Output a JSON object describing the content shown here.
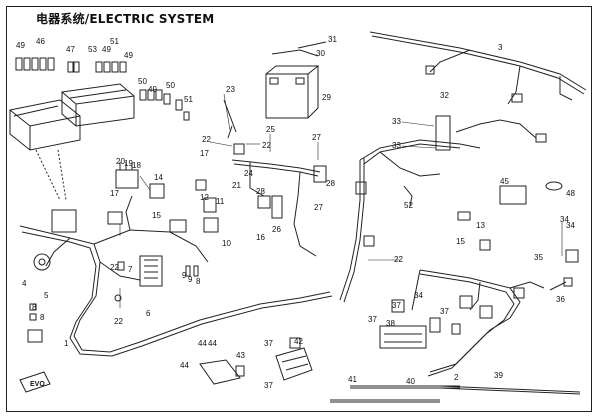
{
  "page": {
    "title": "电器系统/ELECTRIC SYSTEM"
  },
  "callouts": {
    "c49a": "49",
    "c46": "46",
    "c47": "47",
    "c53": "53",
    "c51a": "51",
    "c49b": "49",
    "c49c": "49",
    "c49d": "49",
    "c50a": "50",
    "c50b": "50",
    "c51b": "51",
    "c31": "31",
    "c30": "30",
    "c29": "29",
    "c3": "3",
    "c32": "32",
    "c23": "23",
    "c22a": "22",
    "c22b": "22",
    "c25": "25",
    "c27a": "27",
    "c17a": "17",
    "c24": "24",
    "c21": "21",
    "c28a": "28",
    "c28b": "28",
    "c27b": "27",
    "c26": "26",
    "c33a": "33",
    "c33b": "33",
    "c52": "52",
    "c45": "45",
    "c48": "48",
    "c20": "20",
    "c19": "19",
    "c18": "18",
    "c14": "14",
    "c17b": "17",
    "c15": "15",
    "c12": "12",
    "c11": "11",
    "c16": "16",
    "c10": "10",
    "c13": "13",
    "c15b": "15",
    "c34a": "34",
    "c34b": "34",
    "c35": "35",
    "c36": "36",
    "c22c": "22",
    "c22d": "22",
    "c22e": "22",
    "c7": "7",
    "c9": "9",
    "c9b": "9",
    "c8": "8",
    "c6": "6",
    "c4": "4",
    "c5": "5",
    "c8b": "8",
    "c8c": "8",
    "c1": "1",
    "c37a": "37",
    "c38": "38",
    "c37b": "37",
    "c34c": "34",
    "c37c": "37",
    "c2": "2",
    "c39": "39",
    "c40": "40",
    "c41": "41",
    "c44a": "44",
    "c44b": "44",
    "c44c": "44",
    "c43": "43",
    "c42": "42",
    "c37d": "37",
    "c37e": "37"
  },
  "logo": {
    "text": "EVO"
  }
}
